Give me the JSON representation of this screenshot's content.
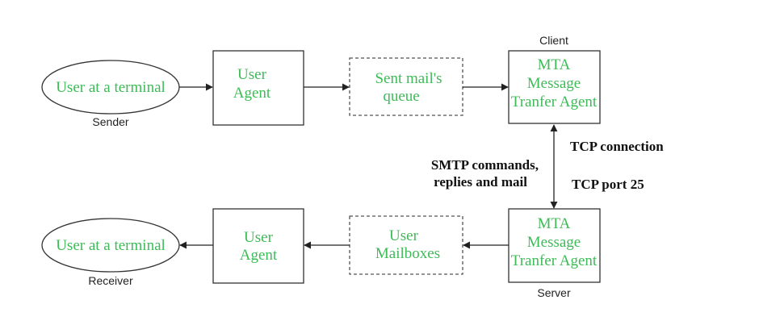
{
  "sender_node": {
    "label": "User at a terminal",
    "caption": "Sender"
  },
  "sender_user_agent": {
    "line1": "User",
    "line2": "Agent"
  },
  "sent_mail_queue": {
    "line1": "Sent mail's",
    "line2": "queue"
  },
  "client_mta": {
    "caption": "Client",
    "line1": "MTA",
    "line2": "Message",
    "line3": "Tranfer Agent"
  },
  "server_mta": {
    "caption": "Server",
    "line1": "MTA",
    "line2": "Message",
    "line3": "Tranfer Agent"
  },
  "user_mailboxes": {
    "line1": "User",
    "line2": "Mailboxes"
  },
  "receiver_user_agent": {
    "line1": "User",
    "line2": "Agent"
  },
  "receiver_node": {
    "label": "User at a terminal",
    "caption": "Receiver"
  },
  "link_labels": {
    "tcp_connection": "TCP connection",
    "tcp_port": "TCP port 25",
    "smtp_line1": "SMTP commands,",
    "smtp_line2": "replies and mail"
  },
  "colors": {
    "node_text": "#3dbb57",
    "stroke": "#333333"
  }
}
